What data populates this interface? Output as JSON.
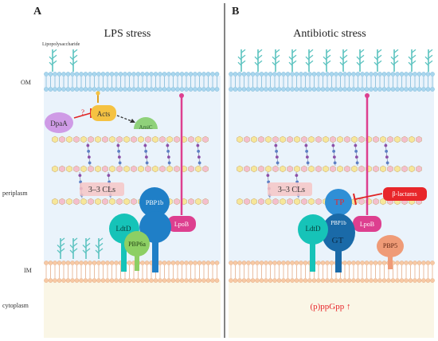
{
  "panels": [
    {
      "letter": "A",
      "title": "LPS stress"
    },
    {
      "letter": "B",
      "title": "Antibiotic stress"
    }
  ],
  "region_labels": {
    "lps": "Lipopolysaccharide",
    "om": "OM",
    "periplasm": "periplasm",
    "im": "IM",
    "cytoplasm": "cytoplasm"
  },
  "panel_a": {
    "dpaa": "DpaA",
    "question": "?",
    "acts": "Acts",
    "amic": "AmiC",
    "crosslinks": "3–3 CLs",
    "pbp1b": "PBP1b",
    "ldtd": "LdtD",
    "pbp6a": "PBP6a",
    "lpob": "LpoB"
  },
  "panel_b": {
    "crosslinks": "3–3 CLs",
    "tp": "TP",
    "pbp1b": "PBP1b",
    "gt": "GT",
    "ldtd": "LdtD",
    "lpob": "LpoB",
    "beta_lactams": "β-lactams",
    "pbp5": "PBP5",
    "ppgpp": "(p)ppGpp ↑"
  },
  "colors": {
    "periplasm_bg": "#eaf3fb",
    "cytoplasm_bg": "#faf6e6",
    "om_lipid": "#a9d6ee",
    "im_lipid": "#f7c9a4",
    "lps": "#5cc3c0",
    "lpob": "#dd3f8f",
    "pbp1b": "#1f7fc7",
    "ldtd": "#16c3b8",
    "pbp6a": "#8dcf64",
    "amic": "#8fd17a",
    "dpaa": "#cf9be6",
    "acts": "#f5c242",
    "tp": "#2f8fd6",
    "pbp5": "#ef9b77",
    "beta_lactams": "#e8262a",
    "ppgpp": "#e8262a",
    "crosslink_box": "#f6c6c6",
    "glycan_yellow": "#f6e79a",
    "glycan_pink": "#f4bfcf",
    "peptide_purple": "#8c4fa8"
  }
}
